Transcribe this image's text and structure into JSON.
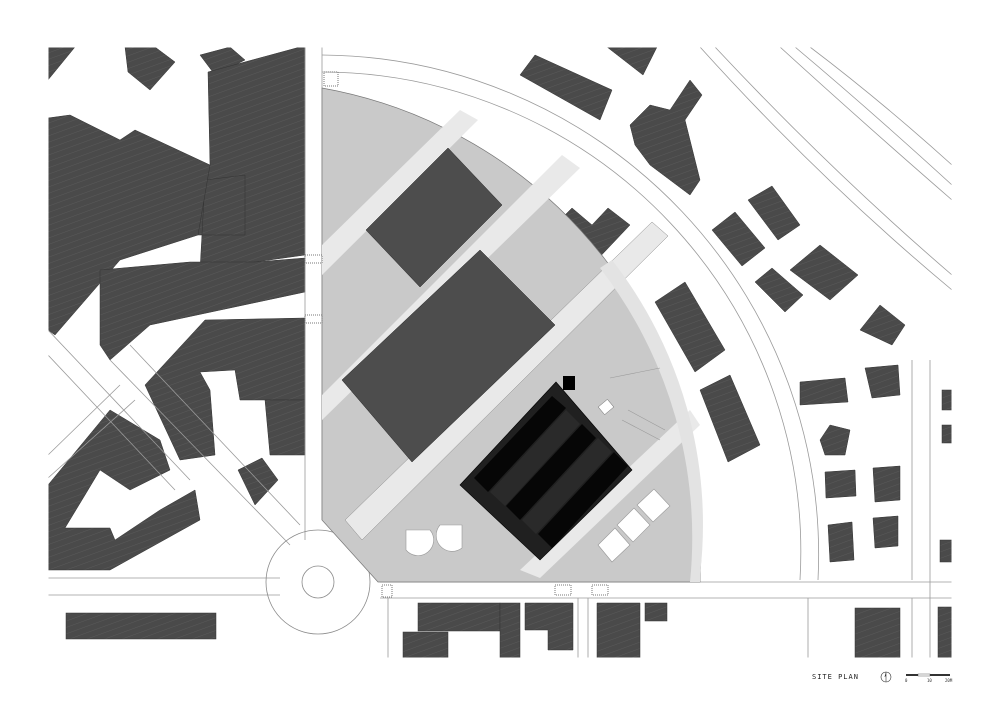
{
  "title": "SITE PLAN",
  "scale_bar": {
    "labels": [
      "0",
      "10",
      "20M"
    ]
  },
  "north_arrow": {
    "icon": "north-arrow-icon"
  },
  "colors": {
    "building": "#4d4d4d",
    "project_building": "#151515",
    "site_plaza": "#c9c9c9",
    "road_line": "#9a9a9a",
    "background": "#ffffff"
  }
}
